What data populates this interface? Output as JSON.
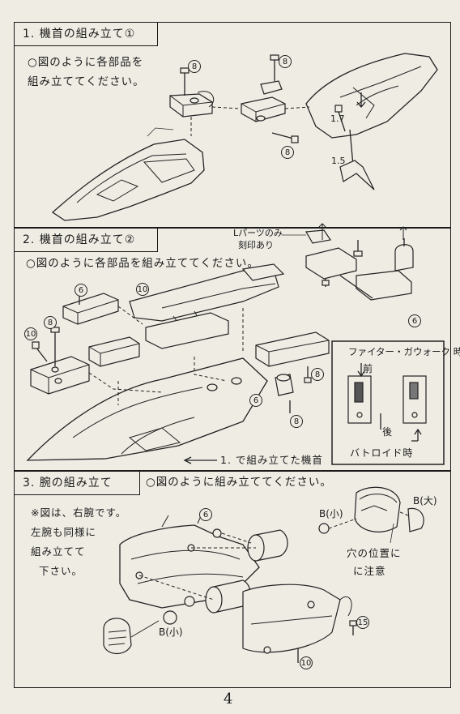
{
  "sections": [
    {
      "title": "1. 機首の組み立て①",
      "instruction_lines": [
        "○図のように各部品を",
        "組み立ててください。"
      ]
    },
    {
      "title": "2. 機首の組み立て②",
      "instruction_lines": [
        "○図のように各部品を組み立ててください。"
      ],
      "note_l_part": [
        "Lパーツのみ",
        "刻印あり"
      ],
      "reference_label": "1. で組み立てた機首",
      "inset": {
        "title": "ファイター・ガウォーク 時",
        "front_label": "前",
        "back_label": "後",
        "battroid_label": "バトロイド時"
      }
    },
    {
      "title": "3. 腕の組み立て",
      "instruction_lines": [
        "○図のように組み立ててください。"
      ],
      "note_lines": [
        "※図は、右腕です。",
        "左腕も同様に",
        "組み立てて",
        "下さい。"
      ],
      "hole_note_lines": [
        "穴の位置に",
        "に注意"
      ],
      "labels": {
        "b_small": "B(小)",
        "b_large": "B(大)"
      }
    }
  ],
  "part_numbers": {
    "s1": [
      "8",
      "8",
      "8",
      "1.7",
      "1.5"
    ],
    "s2": [
      "6",
      "10",
      "8",
      "10",
      "6",
      "8",
      "8",
      "6"
    ],
    "s3": [
      "6",
      "15",
      "10"
    ]
  },
  "page_number": "4"
}
